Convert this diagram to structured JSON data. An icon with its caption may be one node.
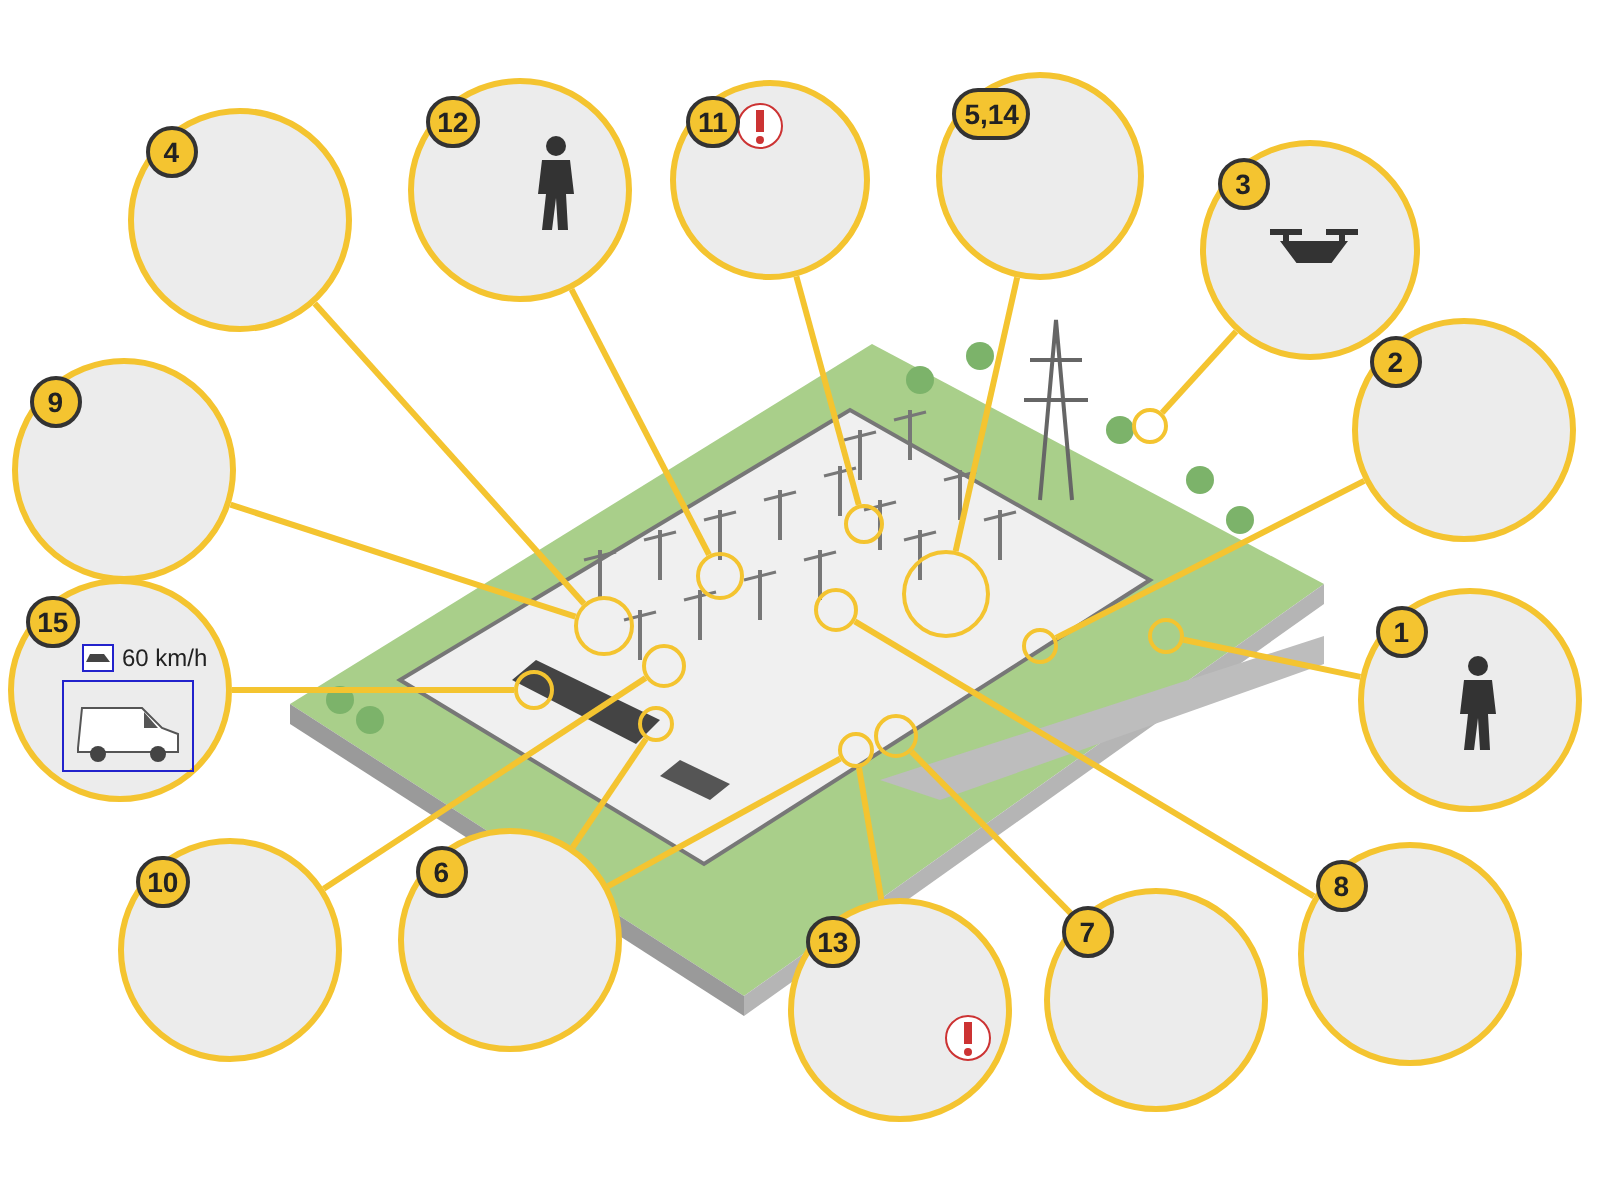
{
  "diagram": {
    "nodes": [
      {
        "text": [
          "4"
        ]
      },
      {
        "text": [
          "12"
        ]
      },
      {
        "text": [
          "11"
        ]
      },
      {
        "text": [
          "5,14"
        ]
      },
      {
        "text": [
          "3"
        ]
      },
      {
        "text": [
          "9"
        ]
      },
      {
        "text": [
          "2"
        ]
      },
      {
        "text": [
          "15",
          "60 km/h"
        ]
      },
      {
        "text": [
          "1"
        ]
      },
      {
        "text": [
          "10"
        ]
      },
      {
        "text": [
          "6"
        ]
      },
      {
        "text": [
          "13"
        ]
      },
      {
        "text": [
          "7"
        ]
      },
      {
        "text": [
          "8"
        ]
      },
      {
        "text": [],
        "shape": "circle"
      },
      {
        "text": [],
        "shape": "circle"
      },
      {
        "text": [],
        "shape": "circle"
      },
      {
        "text": [],
        "shape": "circle"
      },
      {
        "text": [],
        "shape": "circle"
      },
      {
        "text": [],
        "shape": "circle"
      },
      {
        "text": [],
        "shape": "circle"
      },
      {
        "text": [],
        "shape": "circle"
      },
      {
        "text": [],
        "shape": "circle"
      },
      {
        "text": [],
        "shape": "circle"
      },
      {
        "text": [],
        "shape": "circle"
      },
      {
        "text": [],
        "shape": "circle"
      },
      {
        "text": [],
        "shape": "circle"
      }
    ],
    "edges": [
      {
        "from": 0,
        "to": 14,
        "arrow": "none"
      },
      {
        "from": 1,
        "to": 16,
        "arrow": "none"
      },
      {
        "from": 2,
        "to": 17,
        "arrow": "none"
      },
      {
        "from": 3,
        "to": 18,
        "arrow": "none"
      },
      {
        "from": 4,
        "to": 19,
        "arrow": "none"
      },
      {
        "from": 5,
        "to": 14,
        "arrow": "none"
      },
      {
        "from": 6,
        "to": 22,
        "arrow": "none"
      },
      {
        "from": 7,
        "to": 15,
        "arrow": "none"
      },
      {
        "from": 8,
        "to": 23,
        "arrow": "none"
      },
      {
        "from": 9,
        "to": 20,
        "arrow": "none"
      },
      {
        "from": 10,
        "to": 21,
        "arrow": "none"
      },
      {
        "from": 10,
        "to": 25,
        "arrow": "none"
      },
      {
        "from": 11,
        "to": 25,
        "arrow": "none"
      },
      {
        "from": 12,
        "to": 26,
        "arrow": "none"
      },
      {
        "from": 13,
        "to": 24,
        "arrow": "none"
      }
    ]
  }
}
